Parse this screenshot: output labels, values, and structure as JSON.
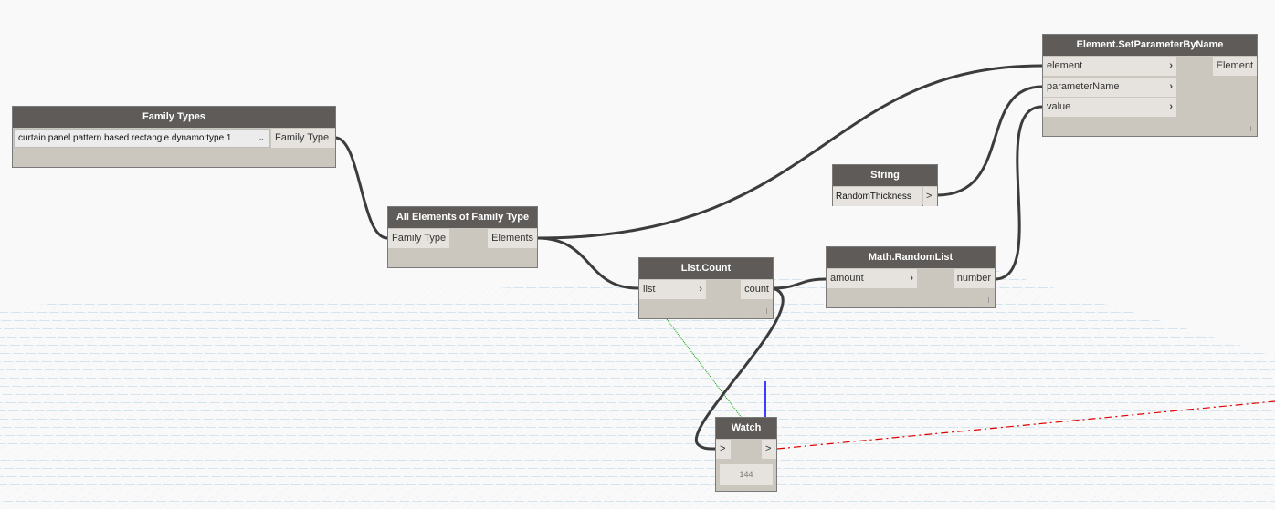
{
  "colors": {
    "node_header": "#5e5b58",
    "node_body": "#cbc6be",
    "port": "#e6e3de",
    "wire": "#3c3c3c",
    "grid": "#9cc3dc",
    "axis_x": "#e00000",
    "axis_y": "#00a000",
    "axis_z": "#0000ff"
  },
  "nodes": {
    "family_types": {
      "title": "Family Types",
      "selected": "curtain panel pattern based rectangle dynamo:type 1",
      "dropdown_icon": "chevron-down-icon",
      "output": "Family Type"
    },
    "all_elements": {
      "title": "All Elements of Family Type",
      "input": "Family Type",
      "output": "Elements"
    },
    "list_count": {
      "title": "List.Count",
      "input": "list",
      "output": "count"
    },
    "random_list": {
      "title": "Math.RandomList",
      "input": "amount",
      "output": "number"
    },
    "string": {
      "title": "String",
      "value": "RandomThickness",
      "output": ">"
    },
    "set_param": {
      "title": "Element.SetParameterByName",
      "inputs": [
        "element",
        "parameterName",
        "value"
      ],
      "output": "Element"
    },
    "watch": {
      "title": "Watch",
      "input": ">",
      "output": ">",
      "value": "144"
    }
  }
}
